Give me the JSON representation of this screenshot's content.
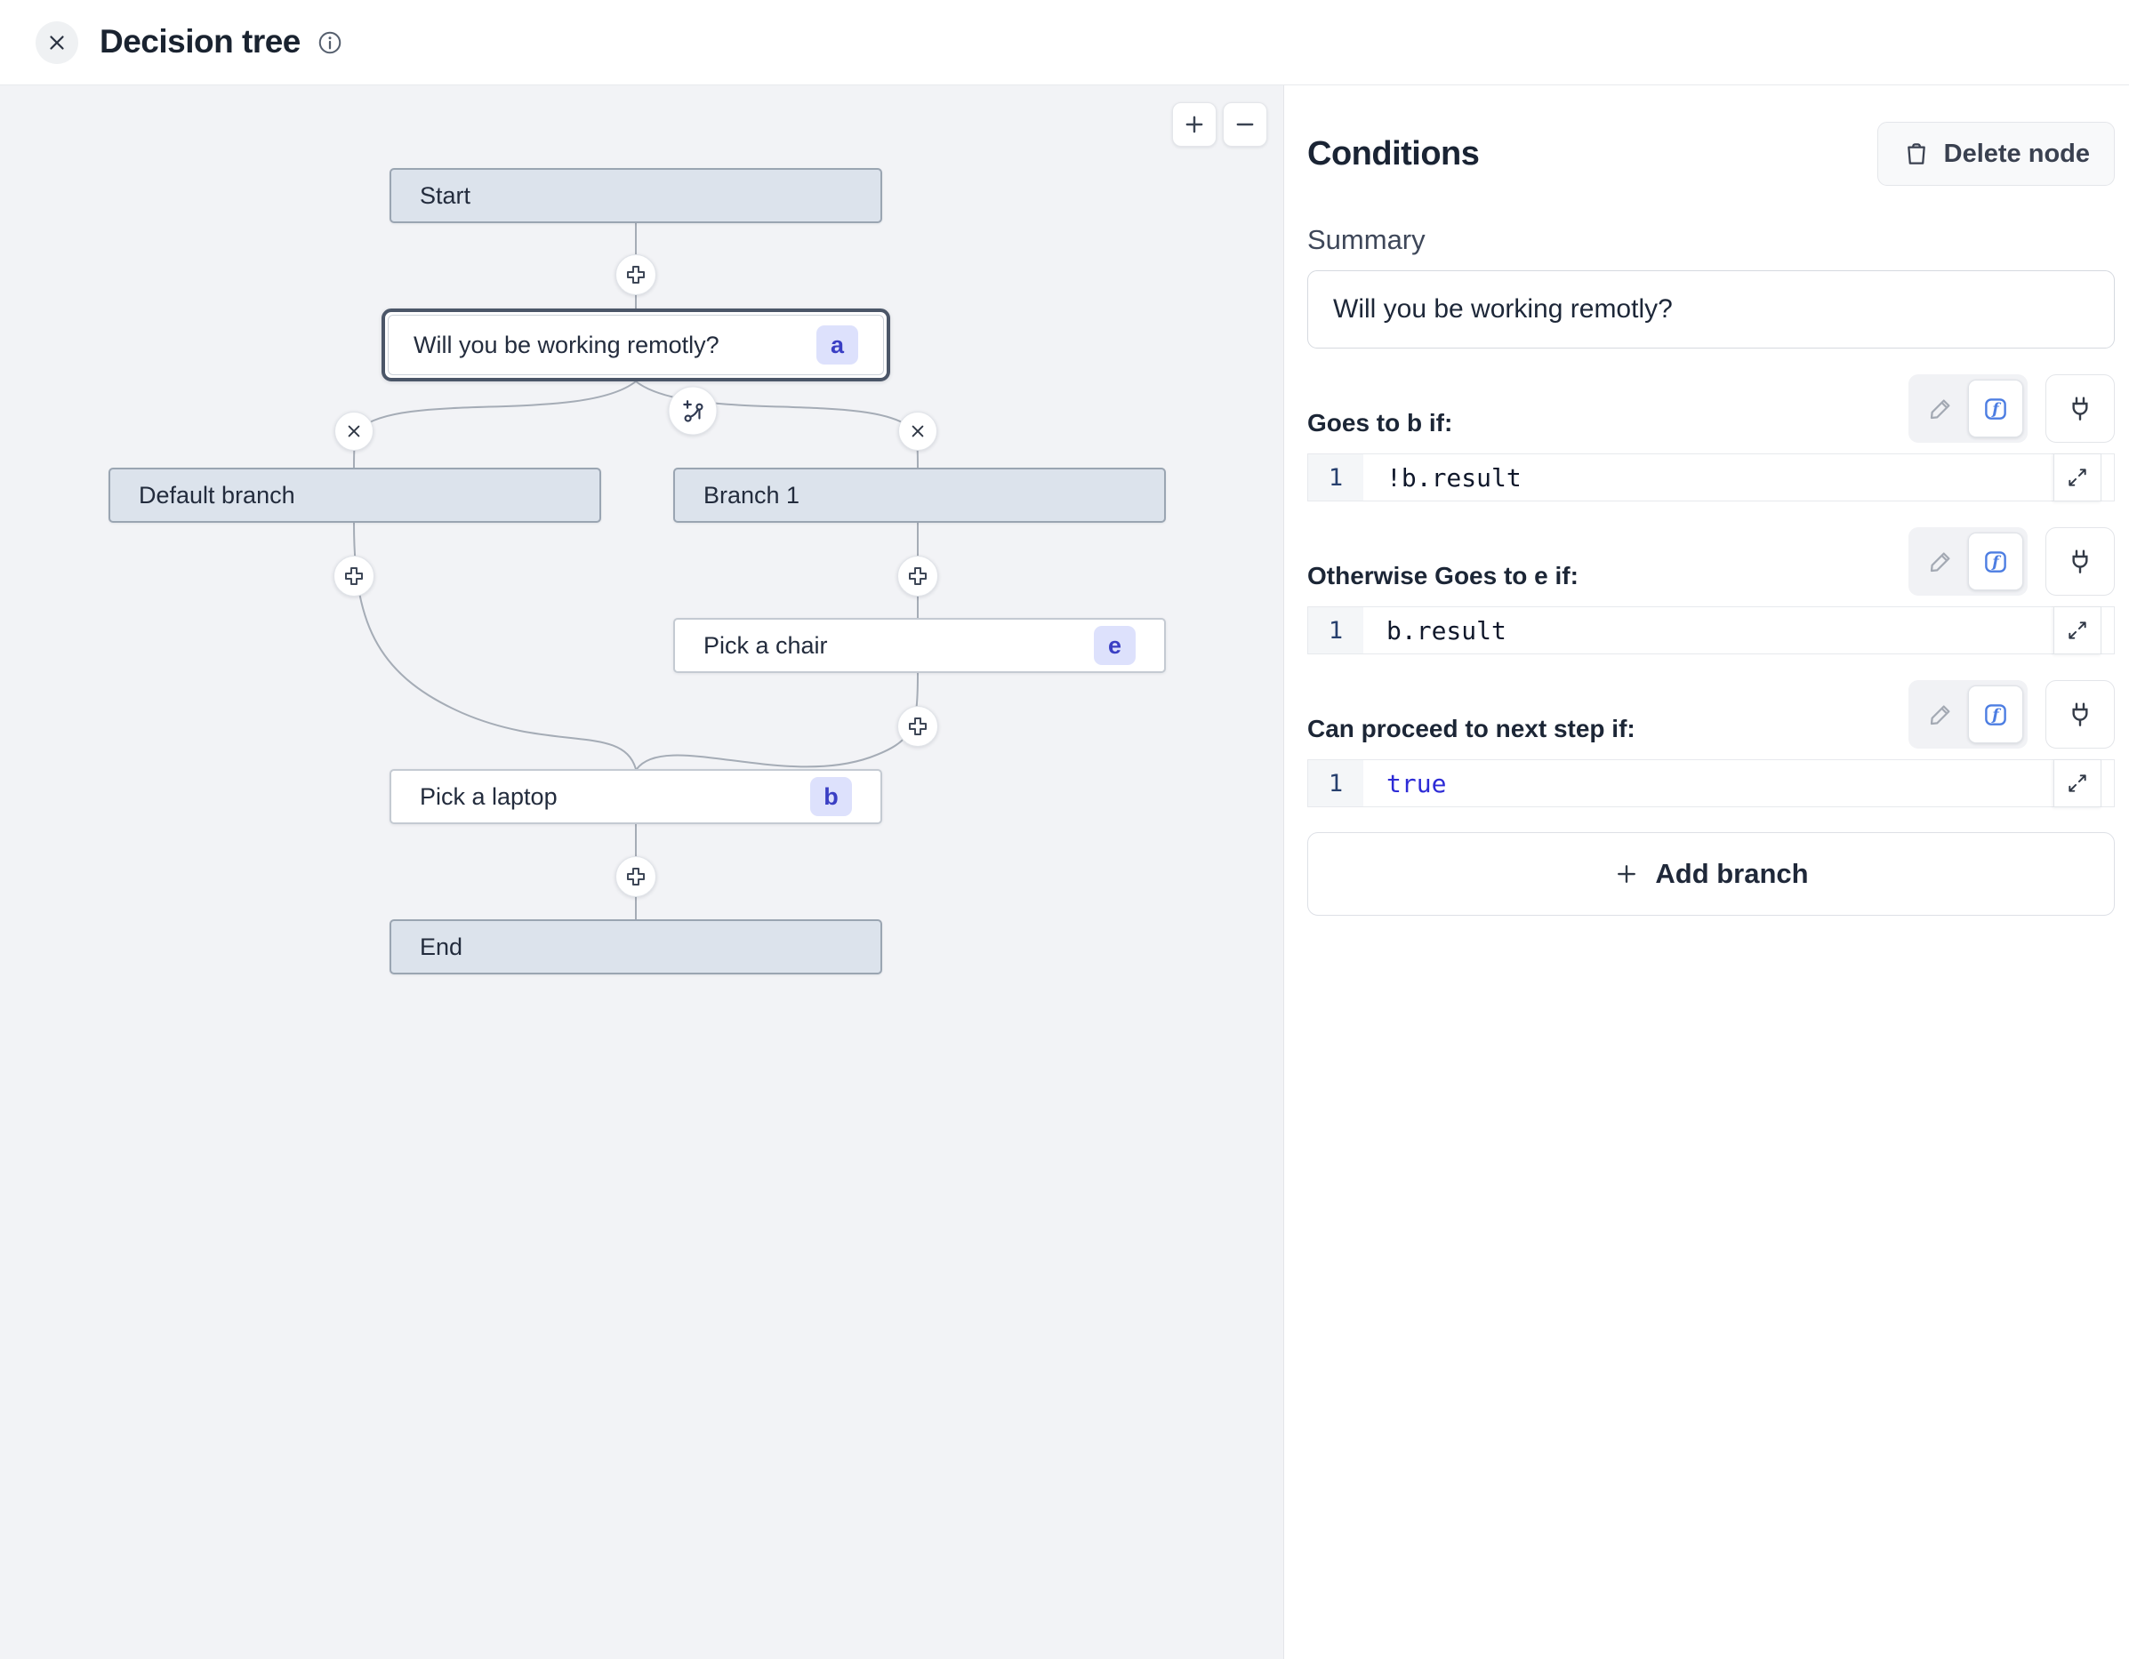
{
  "header": {
    "title": "Decision tree"
  },
  "canvas": {
    "nodes": [
      {
        "label": "Start"
      },
      {
        "label": "Will you be working remotly?",
        "badge": "a",
        "selected": true
      },
      {
        "label": "Default branch"
      },
      {
        "label": "Branch 1"
      },
      {
        "label": "Pick a chair",
        "badge": "e"
      },
      {
        "label": "Pick a laptop",
        "badge": "b"
      },
      {
        "label": "End"
      }
    ]
  },
  "panel": {
    "title": "Conditions",
    "delete_button_label": "Delete node",
    "summary_label": "Summary",
    "summary_value": "Will you be working remotly?",
    "sections": [
      {
        "label": "Goes to b if:",
        "line_number": "1",
        "code": "!b.result",
        "code_color": "#10182b"
      },
      {
        "label": "Otherwise Goes to e if:",
        "line_number": "1",
        "code": "b.result",
        "code_color": "#10182b"
      },
      {
        "label": "Can proceed to next step if:",
        "line_number": "1",
        "code": "true",
        "code_color": "#2d2bd6"
      }
    ],
    "add_branch_label": "Add branch"
  },
  "icons": {
    "close": "✕",
    "info": "i",
    "plus": "+",
    "minus": "−",
    "add-step": "⊕",
    "add-branch-node": "branch-plus",
    "remove-branch": "✕",
    "trash": "trash",
    "pencil": "edit",
    "fx": "ƒ",
    "plug": "plug",
    "expand": "⤢"
  },
  "colors": {
    "canvas_bg": "#f2f3f6",
    "node_gray": "#dce3ec",
    "node_border": "#9aa5b2",
    "selected_border": "#4b5668",
    "badge_bg": "#dde1fc",
    "badge_text": "#3a3fc4",
    "accent_blue": "#4c7de2",
    "keyword_blue": "#2d2bd6",
    "edge": "#a5acb6"
  }
}
